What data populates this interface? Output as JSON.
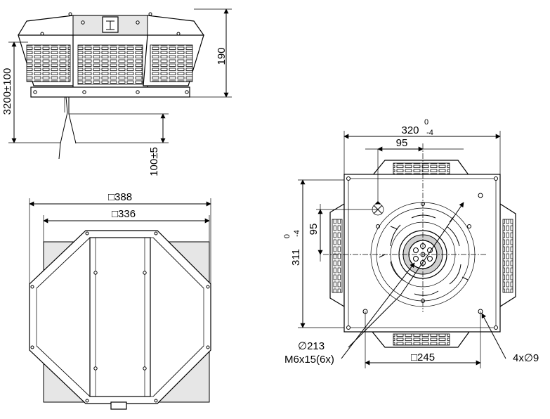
{
  "side_view": {
    "height_label": "190",
    "cable_label": "3200±100",
    "offset_label": "100±5"
  },
  "top_view": {
    "outer_label": "□388",
    "inner_label": "□336"
  },
  "bottom_view": {
    "width_label": "320",
    "width_tol_top": "0",
    "width_tol_bottom": "-4",
    "center_top_label": "95",
    "height_label": "311",
    "height_tol_top": "0",
    "height_tol_bottom": "-4",
    "center_left_label": "95",
    "diameter_label": "∅213",
    "thread_label": "M6x15(6x)",
    "bolt_square_label": "□245",
    "holes_label": "4x∅9"
  }
}
